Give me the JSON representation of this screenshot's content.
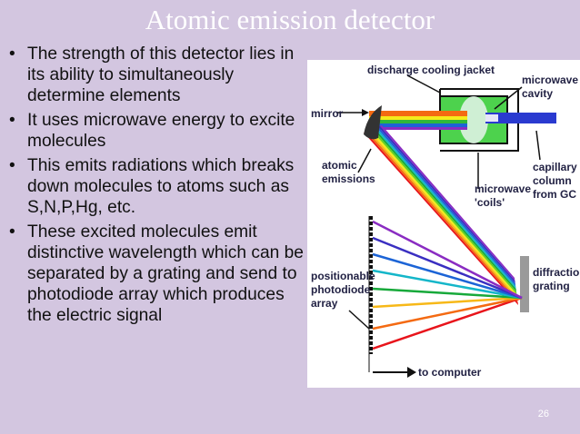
{
  "slide": {
    "title": "Atomic emission detector",
    "page_number": "26"
  },
  "bullets": [
    "The strength of this detector lies in its ability to simultaneously determine elements",
    "It uses microwave energy to excite molecules",
    "This emits radiations which breaks down molecules to atoms such as S,N,P,Hg, etc.",
    "These excited molecules emit distinctive wavelength which can be separated by a grating and send to photodiode array which produces the electric signal"
  ],
  "diagram": {
    "labels": {
      "discharge_jacket": "discharge cooling jacket",
      "microwave_1": "microwave",
      "cavity": "cavity",
      "mirror": "mirror",
      "atomic": "atomic",
      "emissions": "emissions",
      "capillary": "capillary",
      "column": "column",
      "from_gc": "from GC",
      "microwave_2": "microwave",
      "coils": "'coils'",
      "positionable": "positionable",
      "photodiode": "photodiode",
      "array": "array",
      "diffraction": "diffraction",
      "grating": "grating",
      "to_computer": "to computer"
    },
    "spectrum_colors": [
      "#e8141b",
      "#f46a12",
      "#f7b818",
      "#f4ec1a",
      "#6ad21d",
      "#17a93a",
      "#14b6c9",
      "#1c64d6",
      "#3a2fc1",
      "#8a2cc2"
    ]
  }
}
